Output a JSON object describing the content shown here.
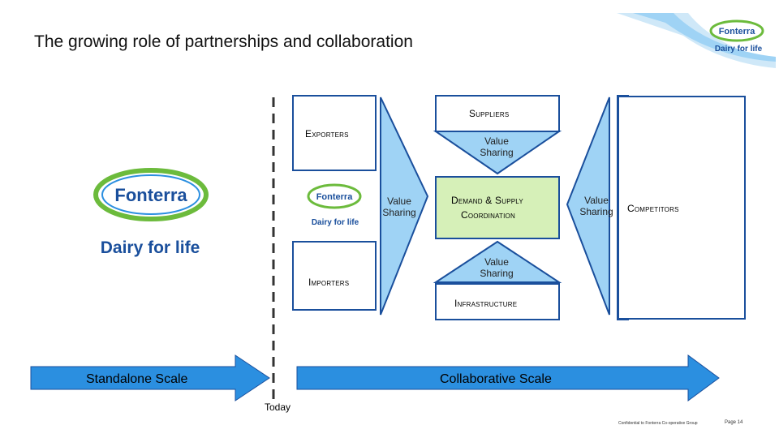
{
  "slide": {
    "title": "The growing role of partnerships and collaboration"
  },
  "brand": {
    "name": "Fonterra",
    "tagline": "Dairy for life",
    "colors": {
      "blue": "#1a4f9c",
      "green": "#6cbb3c",
      "light_blue": "#9fd3f5",
      "arrow_blue": "#2b8fe0"
    }
  },
  "diagram": {
    "exporters": "Exporters",
    "importers": "Importers",
    "suppliers": "Suppliers",
    "infrastructure": "Infrastructure",
    "competitors": "Competitors",
    "demand_line1": "Demand & Supply",
    "demand_line2": "Coordination",
    "value_sharing_top": "Value Sharing",
    "value_sharing_left": "Value Sharing",
    "value_sharing_right": "Value Sharing",
    "value_sharing_bottom": "Value Sharing"
  },
  "scale": {
    "standalone": "Standalone Scale",
    "collaborative": "Collaborative Scale",
    "today": "Today"
  },
  "footer": {
    "company": "Confidential to Fonterra Co-operative Group",
    "page": "Page 14"
  }
}
